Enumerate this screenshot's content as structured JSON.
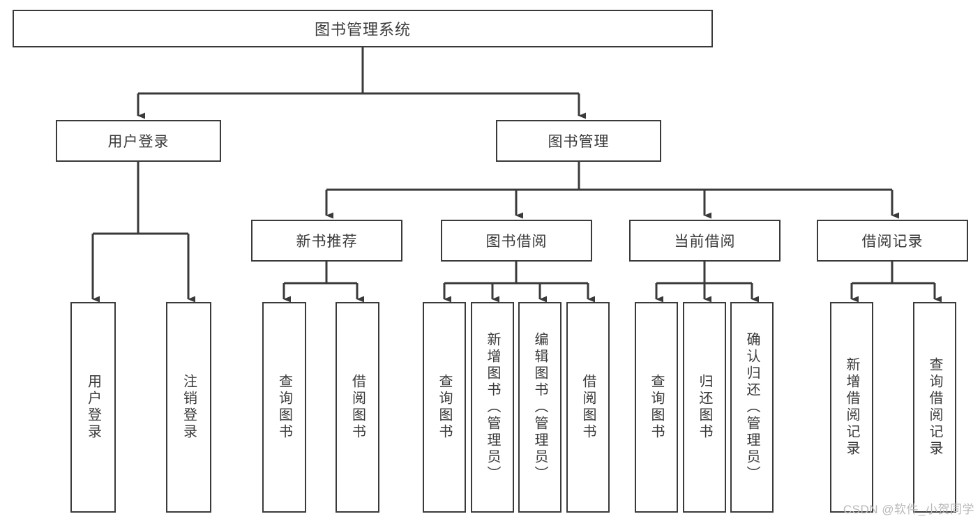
{
  "diagram": {
    "title": "图书管理系统",
    "type": "hierarchy-tree",
    "watermark": "CSDN @软件_小贺同学",
    "colors": {
      "stroke": "#3a3a3a",
      "text": "#3a3a3a",
      "background": "#ffffff",
      "watermark": "#b9b9b9"
    },
    "nodes": {
      "root": {
        "label": "图书管理系统"
      },
      "level1": [
        {
          "id": "user-login",
          "label": "用户登录"
        },
        {
          "id": "book-manage",
          "label": "图书管理"
        }
      ],
      "level2": [
        {
          "id": "new-book-recommend",
          "label": "新书推荐"
        },
        {
          "id": "book-borrow",
          "label": "图书借阅"
        },
        {
          "id": "current-borrow",
          "label": "当前借阅"
        },
        {
          "id": "borrow-record",
          "label": "借阅记录"
        }
      ],
      "leaves": {
        "user_login": [
          {
            "id": "leaf-user-login",
            "label": "用户登录"
          },
          {
            "id": "leaf-logout-login",
            "label": "注销登录"
          }
        ],
        "new_book_recommend": [
          {
            "id": "leaf-query-book-1",
            "label": "查询图书"
          },
          {
            "id": "leaf-borrow-book-1",
            "label": "借阅图书"
          }
        ],
        "book_borrow": [
          {
            "id": "leaf-query-book-2",
            "label": "查询图书"
          },
          {
            "id": "leaf-add-book",
            "label": "新增图书（管理员）"
          },
          {
            "id": "leaf-edit-book",
            "label": "编辑图书（管理员）"
          },
          {
            "id": "leaf-borrow-book-2",
            "label": "借阅图书"
          }
        ],
        "current_borrow": [
          {
            "id": "leaf-query-book-3",
            "label": "查询图书"
          },
          {
            "id": "leaf-return-book",
            "label": "归还图书"
          },
          {
            "id": "leaf-confirm-return",
            "label": "确认归还（管理员）"
          }
        ],
        "borrow_record": [
          {
            "id": "leaf-add-record",
            "label": "新增借阅记录"
          },
          {
            "id": "leaf-query-record",
            "label": "查询借阅记录"
          }
        ]
      }
    }
  }
}
